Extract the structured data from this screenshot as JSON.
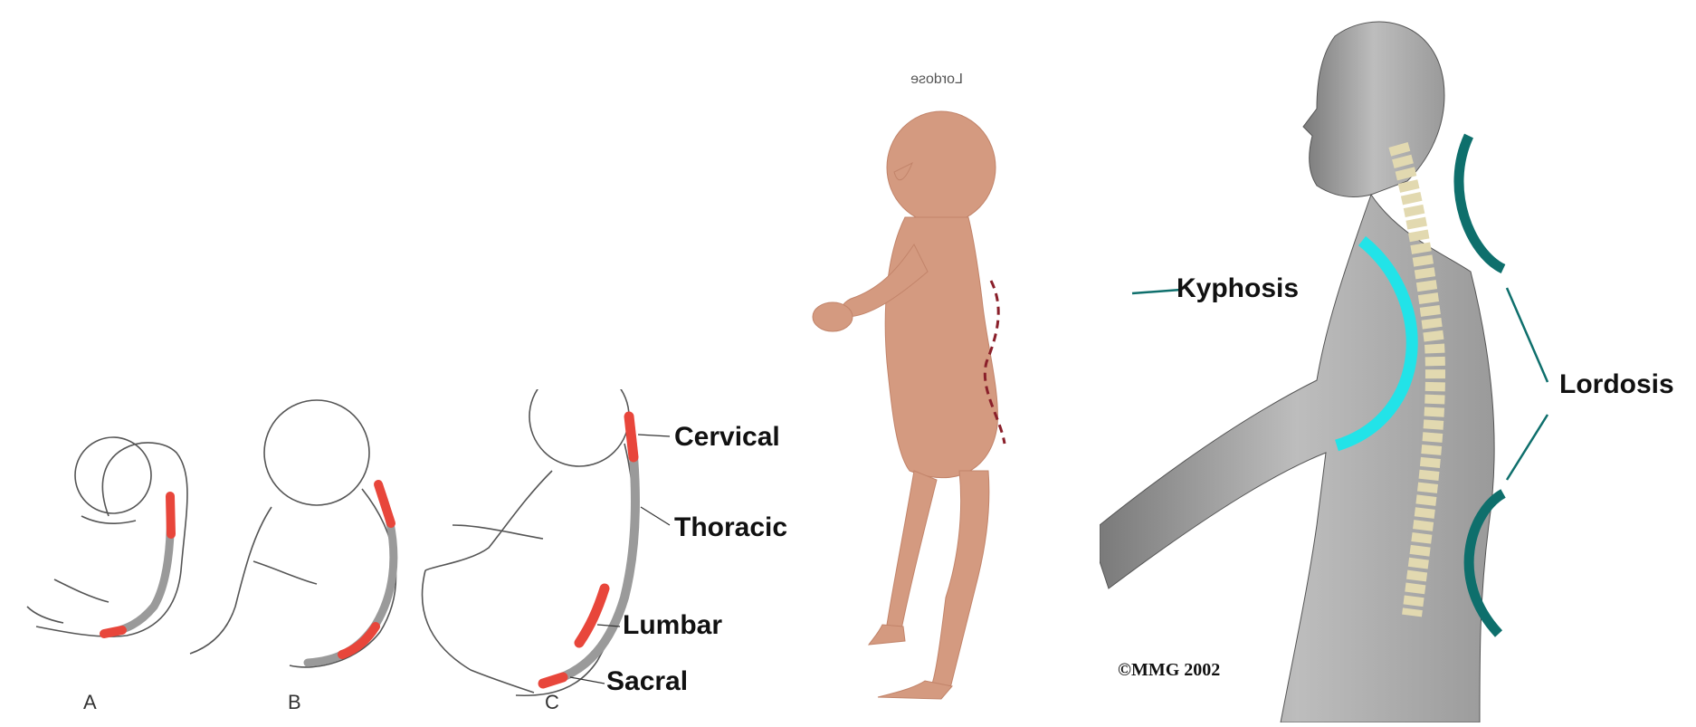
{
  "fetal": {
    "stage_a": "A",
    "stage_b": "B",
    "stage_c": "C",
    "labels": {
      "cervical": "Cervical",
      "thoracic": "Thoracic",
      "lumbar": "Lumbar",
      "sacral": "Sacral"
    }
  },
  "toddler": {
    "mirrored_caption": "Lordose"
  },
  "adult": {
    "kyphosis": "Kyphosis",
    "lordosis": "Lordosis",
    "copyright": "©MMG 2002"
  },
  "colors": {
    "curve_highlight": "#e8463b",
    "spine_gray": "#9a9a9a",
    "kyphosis_cyan": "#22e3e8",
    "lordosis_teal": "#0e6f6c",
    "skin": "#d49a80",
    "skin_shade": "#c2846a",
    "dashed_spine": "#8a1f2a"
  },
  "icons": [
    "fetus-a",
    "fetus-b",
    "infant-c",
    "toddler-figure",
    "adult-figure",
    "spine"
  ]
}
